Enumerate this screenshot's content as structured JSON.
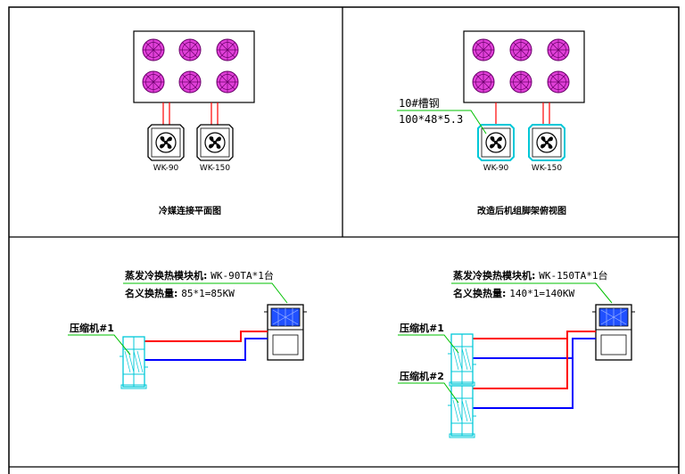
{
  "panels": {
    "top_left": {
      "caption": "冷媒连接平面图",
      "unit_labels": [
        "WK-90",
        "WK-150"
      ]
    },
    "top_right": {
      "caption": "改造后机组脚架俯视图",
      "unit_labels": [
        "WK-90",
        "WK-150"
      ],
      "annotation_line1": "10#槽钢",
      "annotation_line2": "100*48*5.3"
    },
    "bottom_left": {
      "module_prefix": "蒸发冷换热模块机: ",
      "module_name": "WK-90TA*1台",
      "capacity_prefix": "名义换热量: ",
      "capacity_value": "85*1=85KW",
      "compressor_labels": [
        "压缩机#1"
      ]
    },
    "bottom_right": {
      "module_prefix": "蒸发冷换热模块机: ",
      "module_name": "WK-150TA*1台",
      "capacity_prefix": "名义换热量: ",
      "capacity_value": "140*1=140KW",
      "compressor_labels": [
        "压缩机#1",
        "压缩机#2"
      ]
    }
  },
  "colors": {
    "fan_fill": "#e040d8",
    "fan_line": "#6a006a",
    "pipe_hot": "#ff0000",
    "pipe_cold": "#0000ff",
    "leader": "#00c000",
    "unit_cyan": "#00c8d8",
    "coil_blue": "#2050ff"
  }
}
